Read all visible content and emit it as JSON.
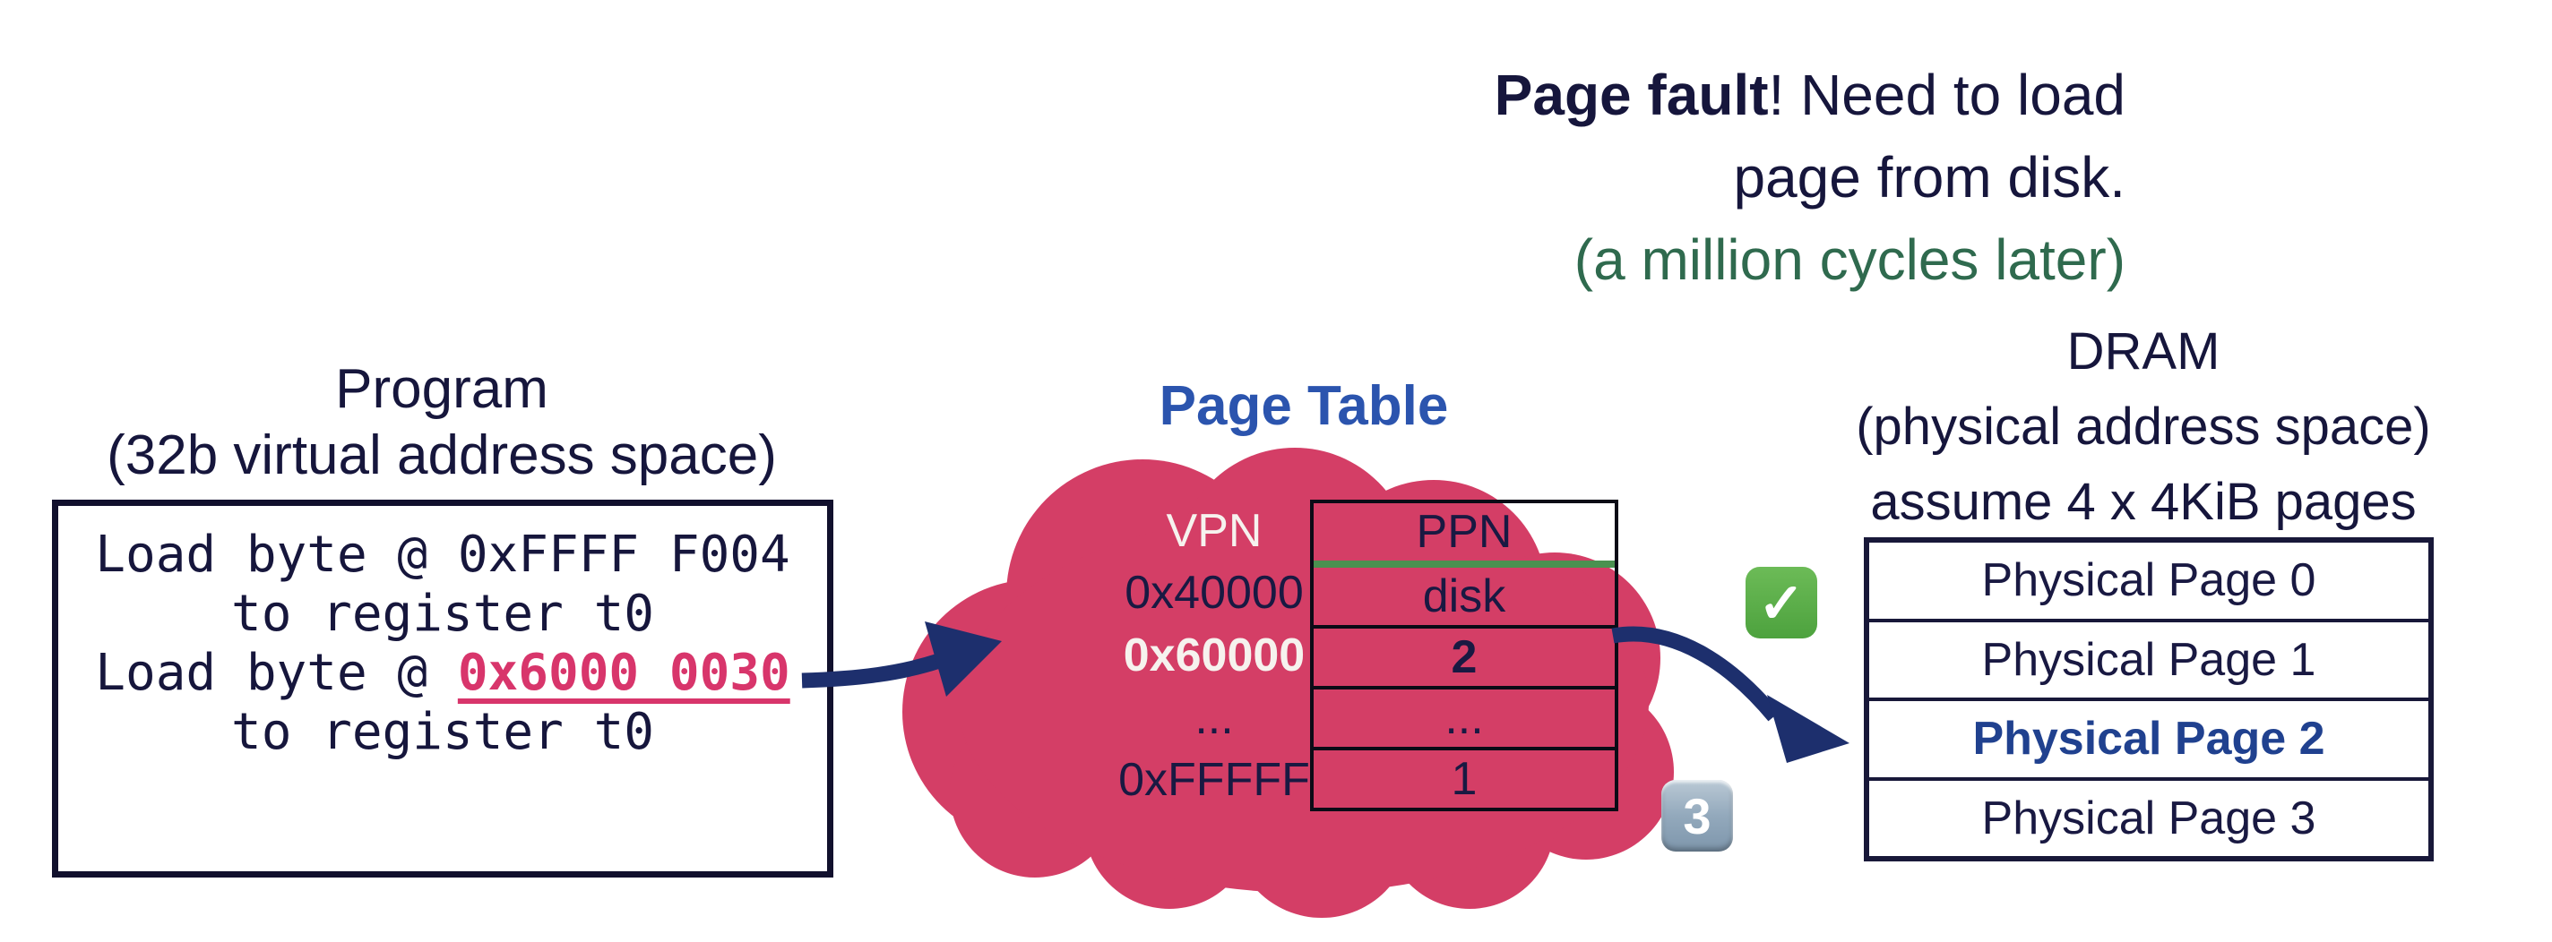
{
  "callout": {
    "line1_bold": "Page fault",
    "line1_rest": "! Need to load",
    "line2": "page from disk.",
    "line3": "(a million cycles later)"
  },
  "program": {
    "label": [
      "Program",
      "(32b virtual address space)"
    ],
    "line1": "Load byte @ 0xFFFF F004",
    "line2": "to register t0",
    "line3_prefix": "Load byte @ ",
    "line3_address": "0x6000 0030",
    "line4": "to register t0"
  },
  "page_table": {
    "title": "Page Table",
    "vpn_header": "VPN",
    "ppn_header": "PPN",
    "rows": [
      {
        "vpn": "0x40000",
        "ppn": "disk",
        "highlight": false
      },
      {
        "vpn": "0x60000",
        "ppn": "2",
        "highlight": true
      },
      {
        "vpn": "...",
        "ppn": "...",
        "highlight": false
      },
      {
        "vpn": "0xFFFFF",
        "ppn": "1",
        "highlight": false
      }
    ]
  },
  "dram": {
    "label": [
      "DRAM",
      "(physical address space)",
      "assume 4 x 4KiB pages"
    ],
    "rows": [
      {
        "label": "Physical Page 0",
        "highlight": false
      },
      {
        "label": "Physical Page 1",
        "highlight": false
      },
      {
        "label": "Physical Page 2",
        "highlight": true
      },
      {
        "label": "Physical Page 3",
        "highlight": false
      }
    ]
  },
  "icons": {
    "check": "✓",
    "step3": "3"
  },
  "colors": {
    "navy_text": "#16163c",
    "cloud_pink": "#d43e66",
    "address_pink": "#d8356b",
    "arrow_navy": "#1d2f6d",
    "page_table_blue": "#2b54ae",
    "physical_page_blue": "#20418f",
    "cycles_green": "#2f6a4e",
    "divider_green": "#4a9150",
    "check_green": "#55a946",
    "keycap_gray": "#93a9bc"
  }
}
